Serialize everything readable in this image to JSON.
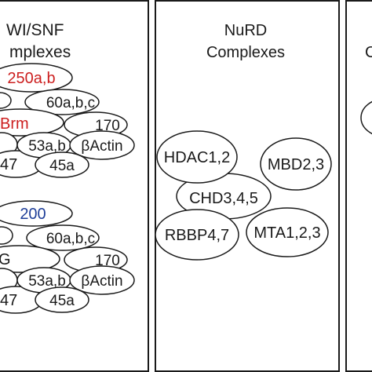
{
  "colors": {
    "black": "#1a1a1a",
    "red": "#cc1f1f",
    "blue": "#1f3f99"
  },
  "panel_left": {
    "title_line1": "WI/SNF",
    "title_line2": "mplexes",
    "group_top": {
      "label_250": "250a,b",
      "label_60": "60a,b,c",
      "label_brm": "Brm",
      "label_170": "170",
      "label_53": "53a,b",
      "label_actin": "βActin",
      "label_47": "47",
      "label_45": "45a"
    },
    "group_bottom": {
      "label_200": "200",
      "label_60": "60a,b,c",
      "label_g": "G",
      "label_170": "170",
      "label_53": "53a,b",
      "label_actin": "βActin",
      "label_47": "47",
      "label_45": "45a"
    }
  },
  "panel_middle": {
    "title_line1": "NuRD",
    "title_line2": "Complexes",
    "label_hdac": "HDAC1,2",
    "label_mbd": "MBD2,3",
    "label_chd": "CHD3,4,5",
    "label_rbbp": "RBBP4,7",
    "label_mta": "MTA1,2,3"
  },
  "panel_right": {
    "title_fragment": "C"
  }
}
